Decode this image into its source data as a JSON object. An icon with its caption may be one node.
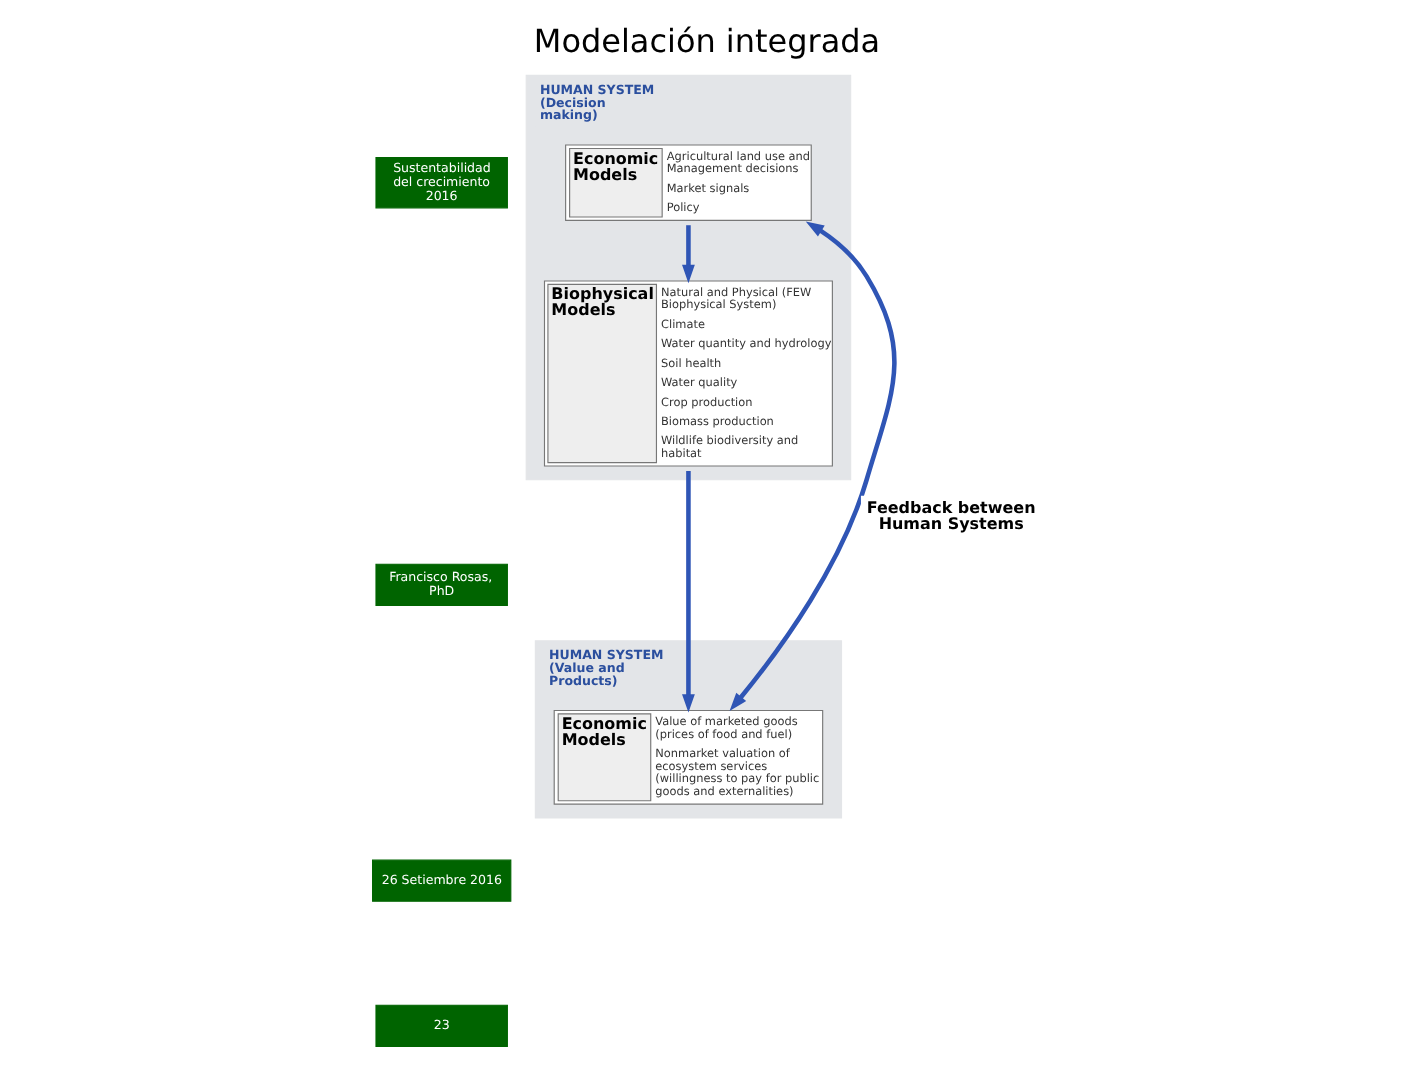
{
  "diagram": {
    "title": "Modelación integrada",
    "nodes": [
      {
        "text": [
          "HUMAN SYSTEM (Decision making)"
        ]
      },
      {
        "text": [
          "Economic Models",
          "Agricultural land use and Management decisions",
          "Market signals",
          "Policy"
        ],
        "in": 0
      },
      {
        "text": [
          "Biophysical Models",
          "Natural and Physical (FEW Biophysical System)",
          "Climate",
          "Water quantity and hydrology",
          "Soil health",
          "Water quality",
          "Crop production",
          "Biomass production",
          "Wildlife biodiversity and habitat"
        ],
        "in": 0
      },
      {
        "text": [
          "HUMAN SYSTEM (Value and Products)"
        ]
      },
      {
        "text": [
          "Economic Models",
          "Value of marketed goods (prices of food and fuel)",
          "Nonmarket valuation of ecosystem services (willingness to pay for public goods and externalities)"
        ],
        "in": 3
      }
    ],
    "edges": [
      {
        "from": 1,
        "to": 2,
        "arrow": "to"
      },
      {
        "from": 2,
        "to": 4,
        "arrow": "to"
      },
      {
        "from": 4,
        "to": 1,
        "arrow": "both",
        "label": "Feedback between Human Systems"
      }
    ],
    "labels": [
      "Sustentabilidad del crecimiento 2016",
      "Francisco Rosas, PhD",
      "26 Setiembre 2016",
      "23"
    ]
  }
}
